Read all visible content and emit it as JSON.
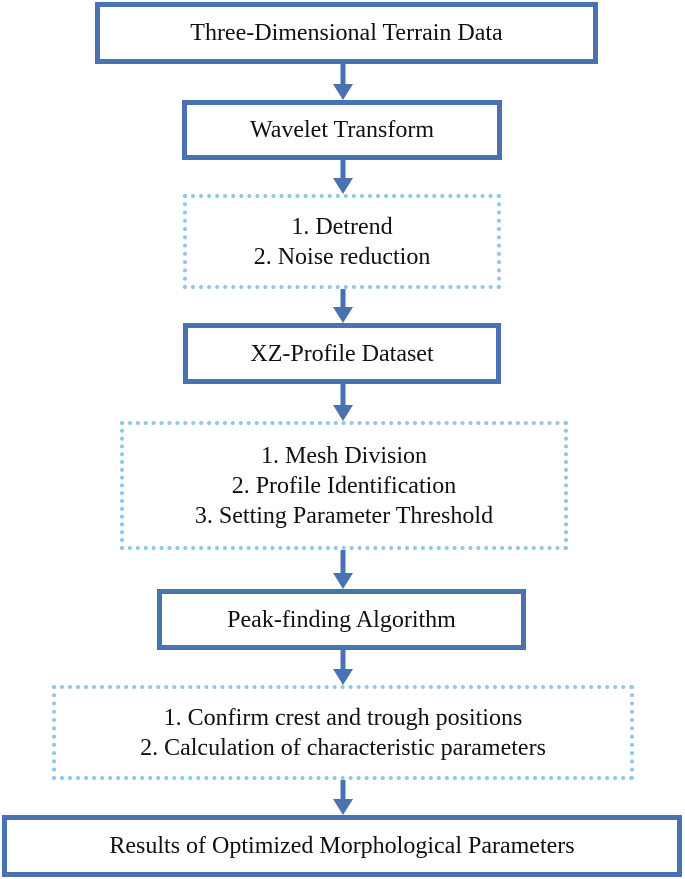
{
  "diagram": {
    "colors": {
      "solid_border": "#4a71b0",
      "dotted_border": "#8fc8ea",
      "arrow": "#4a71b0",
      "text": "#111111"
    },
    "steps": [
      {
        "kind": "solid",
        "lines": [
          "Three-Dimensional Terrain Data"
        ]
      },
      {
        "kind": "solid",
        "lines": [
          "Wavelet Transform"
        ]
      },
      {
        "kind": "dotted",
        "lines": [
          "1. Detrend",
          "2. Noise reduction"
        ]
      },
      {
        "kind": "solid",
        "lines": [
          "XZ-Profile Dataset"
        ]
      },
      {
        "kind": "dotted",
        "lines": [
          "1. Mesh Division",
          "2. Profile Identification",
          "3. Setting Parameter Threshold"
        ]
      },
      {
        "kind": "solid",
        "lines": [
          "Peak-finding Algorithm"
        ]
      },
      {
        "kind": "dotted",
        "lines": [
          "1. Confirm crest and trough positions",
          "2. Calculation of characteristic parameters"
        ]
      },
      {
        "kind": "solid",
        "lines": [
          "Results of Optimized Morphological Parameters"
        ]
      }
    ]
  }
}
